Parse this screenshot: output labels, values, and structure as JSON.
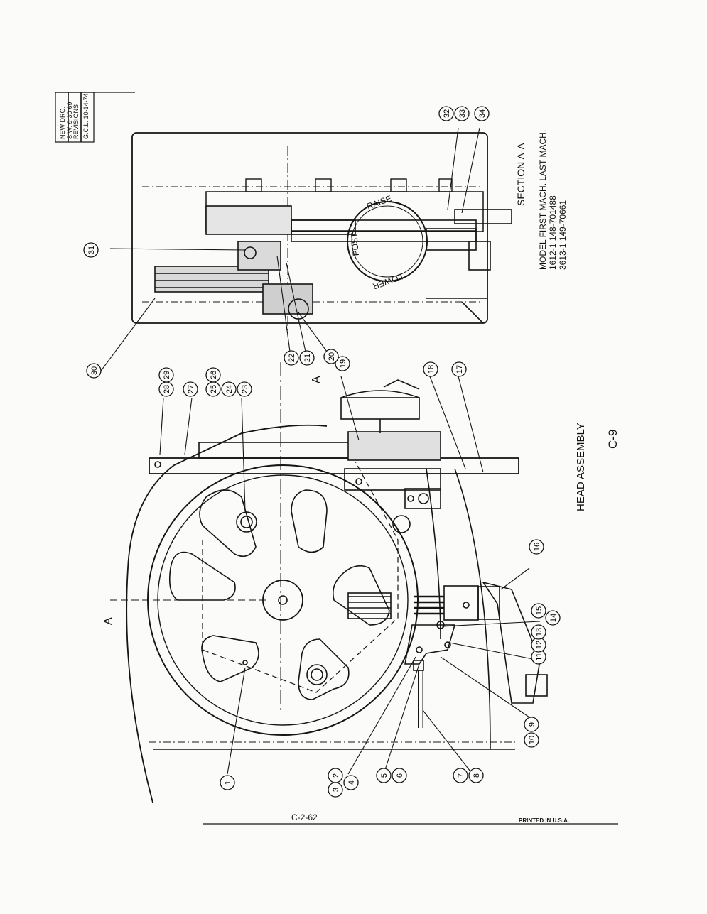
{
  "sheet": {
    "revision_box": {
      "line1": "NEW DRG.",
      "line2": "S.W. 9-30-69",
      "line3": "REVISIONS",
      "line4": "G.C.L. 10-14-74"
    },
    "title": "HEAD ASSEMBLY",
    "page_code": "C-9",
    "footer_code": "C-2-62",
    "printed": "PRINTED IN U.S.A.",
    "section_label": "SECTION A-A",
    "section_marker": "A",
    "dial": {
      "raise": "RAISE",
      "lower": "LOWER",
      "post": "POST"
    },
    "model_table": {
      "header_model": "MODEL",
      "header_first": "FIRST MACH.",
      "header_last": "LAST MACH.",
      "row1": "1612-1   148-701488",
      "row2": "3613-1   149-70661"
    }
  },
  "callouts": [
    "1",
    "2",
    "3",
    "4",
    "5",
    "6",
    "7",
    "8",
    "9",
    "10",
    "11",
    "12",
    "13",
    "14",
    "15",
    "16",
    "17",
    "18",
    "19",
    "20",
    "21",
    "22",
    "23",
    "24",
    "25",
    "26",
    "27",
    "28",
    "29",
    "30",
    "31",
    "32",
    "33",
    "34"
  ]
}
